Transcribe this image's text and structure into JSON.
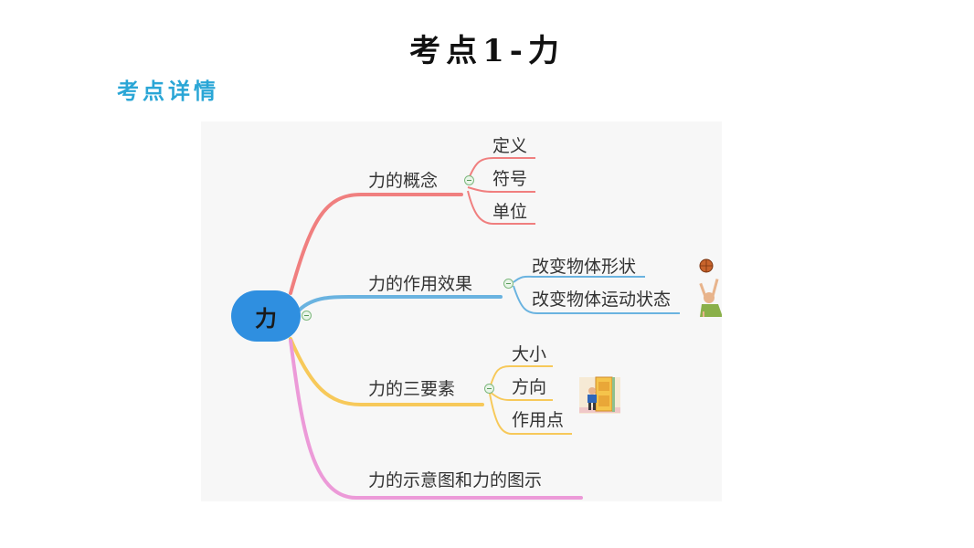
{
  "page": {
    "title": "考点1-力",
    "subtitle": "考点详情"
  },
  "mindmap": {
    "root": "力",
    "branches": [
      {
        "label": "力的概念",
        "color": "#f07f7f",
        "children": [
          "定义",
          "符号",
          "单位"
        ]
      },
      {
        "label": "力的作用效果",
        "color": "#6ab3e0",
        "children": [
          "改变物体形状",
          "改变物体运动状态"
        ]
      },
      {
        "label": "力的三要素",
        "color": "#f7c95a",
        "children": [
          "大小",
          "方向",
          "作用点"
        ]
      },
      {
        "label": "力的示意图和力的图示",
        "color": "#ec9ad8",
        "children": []
      }
    ],
    "illustrations": [
      "basketball-player-image",
      "door-push-image"
    ]
  }
}
